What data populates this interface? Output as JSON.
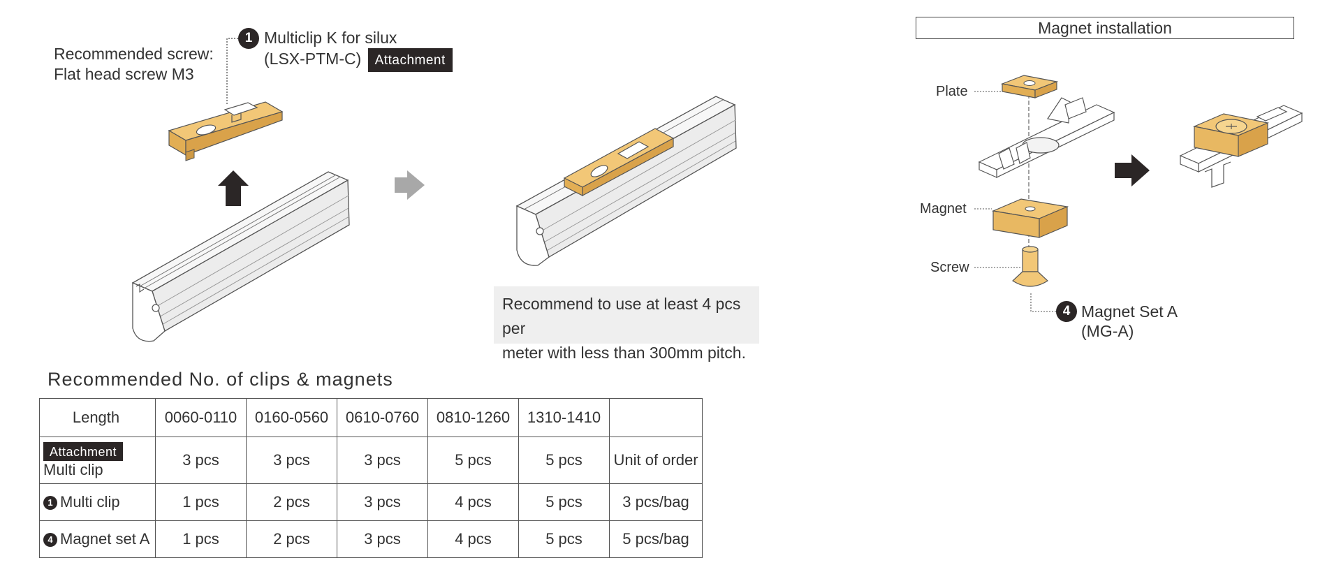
{
  "left_diagram": {
    "screw_line1": "Recommended screw:",
    "screw_line2": "Flat head screw M3",
    "part_number": "1",
    "part_name": "Multiclip K for silux",
    "part_code": "(LSX-PTM-C)",
    "attachment_badge": "Attachment"
  },
  "recommend_box": {
    "line1": "Recommend to use at least 4 pcs per",
    "line2": "meter with less than 300mm pitch."
  },
  "magnet_section": {
    "title": "Magnet installation",
    "plate_label": "Plate",
    "magnet_label": "Magnet",
    "screw_label": "Screw",
    "part_number": "4",
    "part_name": "Magnet Set A",
    "part_code": "(MG-A)"
  },
  "table": {
    "heading": "Recommended No. of clips & magnets",
    "header": {
      "length_label": "Length",
      "ranges": [
        "0060-0110",
        "0160-0560",
        "0610-0760",
        "0810-1260",
        "1310-1410"
      ],
      "unit_blank": ""
    },
    "rows": [
      {
        "badge": "Attachment",
        "number": "",
        "label": "Multi clip",
        "values": [
          "3 pcs",
          "3 pcs",
          "3 pcs",
          "5 pcs",
          "5 pcs"
        ],
        "unit": "Unit of order"
      },
      {
        "badge": "",
        "number": "1",
        "label": "Multi clip",
        "values": [
          "1 pcs",
          "2 pcs",
          "3 pcs",
          "4 pcs",
          "5 pcs"
        ],
        "unit": "3 pcs/bag"
      },
      {
        "badge": "",
        "number": "4",
        "label": "Magnet set A",
        "values": [
          "1 pcs",
          "2 pcs",
          "3 pcs",
          "4 pcs",
          "5 pcs"
        ],
        "unit": "5 pcs/bag"
      }
    ]
  },
  "colors": {
    "gold": "#f2c777",
    "dark": "#2b2626",
    "arrow_grey": "#a8a8a8",
    "box_grey": "#efefef"
  },
  "icons": [
    "up-arrow-icon",
    "right-arrow-icon",
    "number-badge-icon"
  ]
}
